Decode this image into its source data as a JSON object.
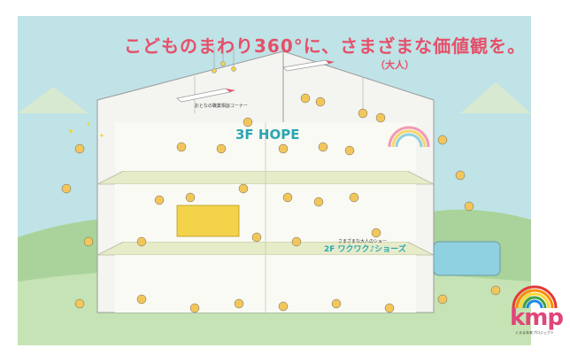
{
  "title": "こどものまわり360°に、さまざまな価値観を。",
  "subtitle": "（大人）",
  "floors": {
    "f3_small": "おとなの職業相談コーナー",
    "f3": "3F HOPE",
    "f2_small": "さまざまな大人のショー",
    "f2": "2F ワクワク♪ショーズ"
  },
  "logo": {
    "text": "kmp",
    "sub": "くるま未来プロジェクト"
  },
  "colors": {
    "background": "#bfe3e6",
    "title": "#e5506a",
    "accent": "#2aa6b4",
    "house": "#f4f4f0"
  }
}
